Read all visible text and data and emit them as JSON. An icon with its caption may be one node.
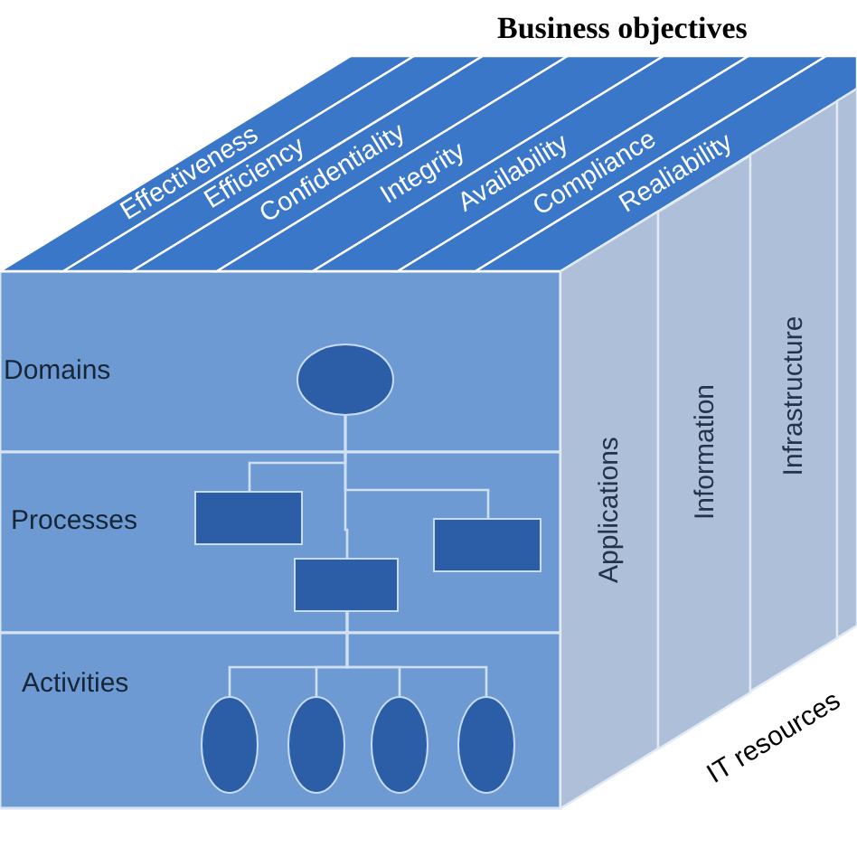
{
  "diagram": {
    "nodes": [
      {
        "text": [
          "Domains"
        ]
      },
      {
        "text": [
          "Processes"
        ]
      },
      {
        "text": [
          "Activities"
        ]
      },
      {
        "text": [],
        "shape": "ellipse",
        "in": 0
      },
      {
        "text": [],
        "shape": "box",
        "in": 1
      },
      {
        "text": [],
        "shape": "box",
        "in": 1
      },
      {
        "text": [],
        "shape": "box",
        "in": 1
      },
      {
        "text": [],
        "shape": "ellipse",
        "in": 2
      },
      {
        "text": [],
        "shape": "ellipse",
        "in": 2
      },
      {
        "text": [],
        "shape": "ellipse",
        "in": 2
      },
      {
        "text": [],
        "shape": "ellipse",
        "in": 2
      },
      {
        "text": [
          "Effectiveness"
        ]
      },
      {
        "text": [
          "Efficiency"
        ]
      },
      {
        "text": [
          "Confidentiality"
        ]
      },
      {
        "text": [
          "Integrity"
        ]
      },
      {
        "text": [
          "Availability"
        ]
      },
      {
        "text": [
          "Compliance"
        ]
      },
      {
        "text": [
          "Realiability"
        ]
      },
      {
        "text": [
          "Applications"
        ]
      },
      {
        "text": [
          "Information"
        ]
      },
      {
        "text": [
          "Infrastructure"
        ]
      },
      {
        "text": [],
        "shape": "box"
      }
    ],
    "edges": [
      {
        "from": 3,
        "to": 4,
        "arrow": "none"
      },
      {
        "from": 3,
        "to": 5,
        "arrow": "none"
      },
      {
        "from": 3,
        "to": 6,
        "arrow": "none"
      },
      {
        "from": 5,
        "to": 7,
        "arrow": "none"
      },
      {
        "from": 5,
        "to": 8,
        "arrow": "none"
      },
      {
        "from": 5,
        "to": 9,
        "arrow": "none"
      },
      {
        "from": 5,
        "to": 10,
        "arrow": "none"
      }
    ],
    "labels": [
      "Business objectives",
      "IT resources"
    ]
  }
}
